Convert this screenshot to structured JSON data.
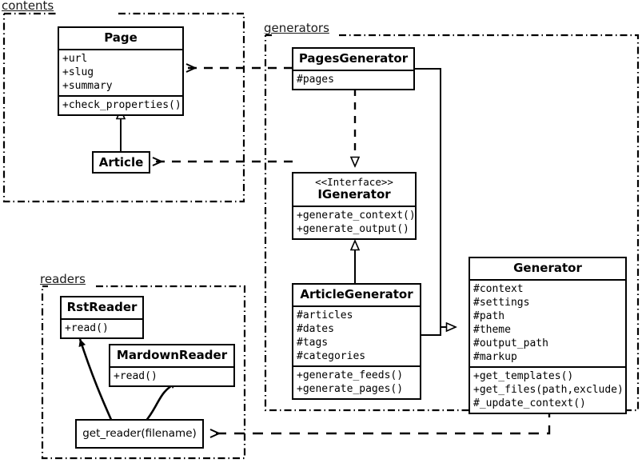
{
  "diagram": {
    "kind": "uml-class-diagram",
    "stroke_color": "#000000",
    "background": "#ffffff"
  },
  "packages": [
    {
      "name": "contents-package",
      "label": "contents"
    },
    {
      "name": "generators-package",
      "label": "generators"
    },
    {
      "name": "readers-package",
      "label": "readers"
    }
  ],
  "classes": {
    "page": {
      "title": "Page",
      "attributes": [
        "+url",
        "+slug",
        "+summary"
      ],
      "operations": [
        "+check_properties()"
      ]
    },
    "article": {
      "title": "Article"
    },
    "pages_generator": {
      "title": "PagesGenerator",
      "attributes": [
        "#pages"
      ]
    },
    "igenerator": {
      "stereotype": "<<Interface>>",
      "title": "IGenerator",
      "operations": [
        "+generate_context()",
        "+generate_output()"
      ]
    },
    "article_generator": {
      "title": "ArticleGenerator",
      "attributes": [
        "#articles",
        "#dates",
        "#tags",
        "#categories"
      ],
      "operations": [
        "+generate_feeds()",
        "+generate_pages()"
      ]
    },
    "generator": {
      "title": "Generator",
      "attributes": [
        "#context",
        "#settings",
        "#path",
        "#theme",
        "#output_path",
        "#markup"
      ],
      "operations": [
        "+get_templates()",
        "+get_files(path,exclude)",
        "#_update_context()"
      ]
    },
    "rst_reader": {
      "title": "RstReader",
      "operations": [
        "+read()"
      ]
    },
    "mardown_reader": {
      "title": "MardownReader",
      "operations": [
        "+read()"
      ]
    },
    "get_reader": {
      "title": "get_reader(filename)"
    }
  },
  "relations": [
    {
      "name": "article-inherits-page",
      "type": "generalization"
    },
    {
      "name": "pagesgenerator-realizes-igenerator",
      "type": "realization"
    },
    {
      "name": "articlegenerator-implements-igenerator",
      "type": "generalization"
    },
    {
      "name": "pagesgenerator-inherits-generator",
      "type": "generalization"
    },
    {
      "name": "articlegenerator-inherits-generator",
      "type": "generalization"
    },
    {
      "name": "pagesgenerator-uses-page",
      "type": "dependency"
    },
    {
      "name": "generators-uses-article",
      "type": "dependency"
    },
    {
      "name": "generator-uses-get-reader",
      "type": "dependency"
    },
    {
      "name": "get-reader-creates-rstreader",
      "type": "association"
    },
    {
      "name": "get-reader-creates-mardownreader",
      "type": "association"
    }
  ]
}
